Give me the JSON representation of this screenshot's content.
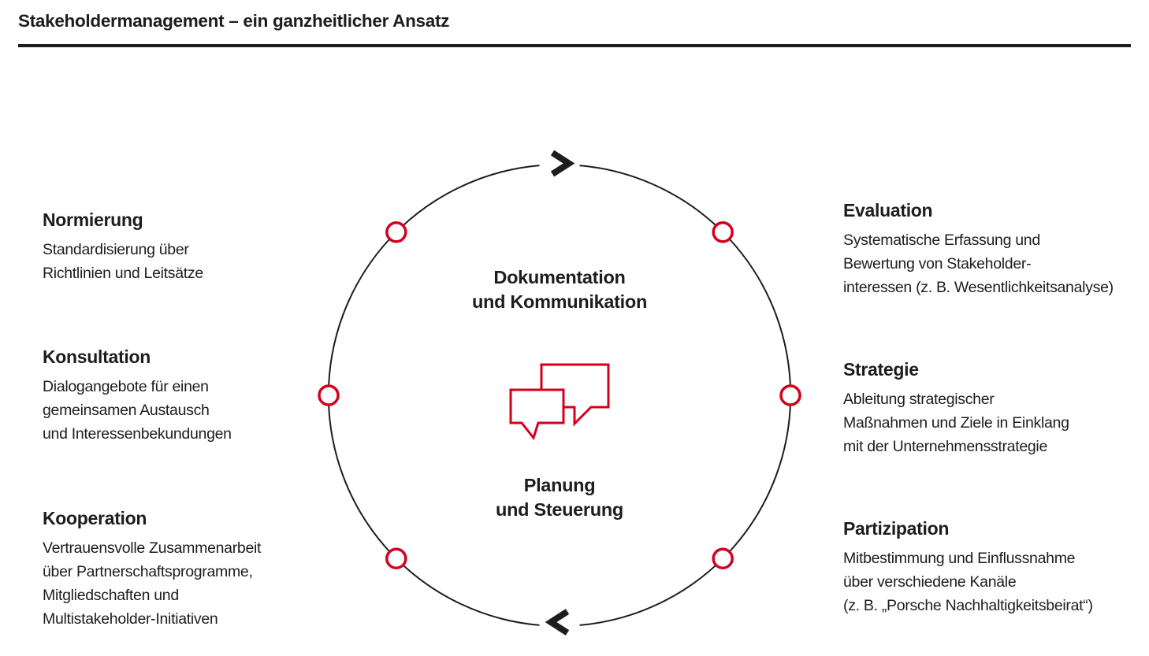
{
  "title": "Stakeholdermanagement – ein ganzheitlicher Ansatz",
  "colors": {
    "red": "#d5001c",
    "black": "#1d1d1b",
    "background": "#ffffff"
  },
  "center": {
    "top_label": {
      "line1": "Dokumentation",
      "line2": "und Kommunikation"
    },
    "bottom_label": {
      "line1": "Planung",
      "line2": "und Steuerung"
    },
    "icon": "speech-bubbles"
  },
  "diagram": {
    "direction": "clockwise",
    "top_arrow": "chevron-right",
    "bottom_arrow": "chevron-left",
    "node_count": 6
  },
  "left_items": [
    {
      "heading": "Normierung",
      "lines": [
        "Standardisierung über",
        "Richtlinien und Leitsätze"
      ]
    },
    {
      "heading": "Konsultation",
      "lines": [
        "Dialogangebote für einen",
        "gemeinsamen Austausch",
        "und Interessenbekundungen"
      ]
    },
    {
      "heading": "Kooperation",
      "lines": [
        "Vertrauensvolle Zusammenarbeit",
        "über Partnerschaftsprogramme,",
        "Mitgliedschaften und",
        "Multistakeholder-Initiativen"
      ]
    }
  ],
  "right_items": [
    {
      "heading": "Evaluation",
      "lines": [
        "Systematische Erfassung und",
        "Bewertung von Stakeholder-",
        "interessen (z. B. Wesentlichkeitsanalyse)"
      ]
    },
    {
      "heading": "Strategie",
      "lines": [
        "Ableitung strategischer",
        "Maßnahmen und Ziele in Einklang",
        "mit der Unternehmensstrategie"
      ]
    },
    {
      "heading": "Partizipation",
      "lines": [
        "Mitbestimmung und Einflussnahme",
        "über verschiedene Kanäle",
        "(z. B. „Porsche Nachhaltigkeitsbeirat“)"
      ]
    }
  ]
}
